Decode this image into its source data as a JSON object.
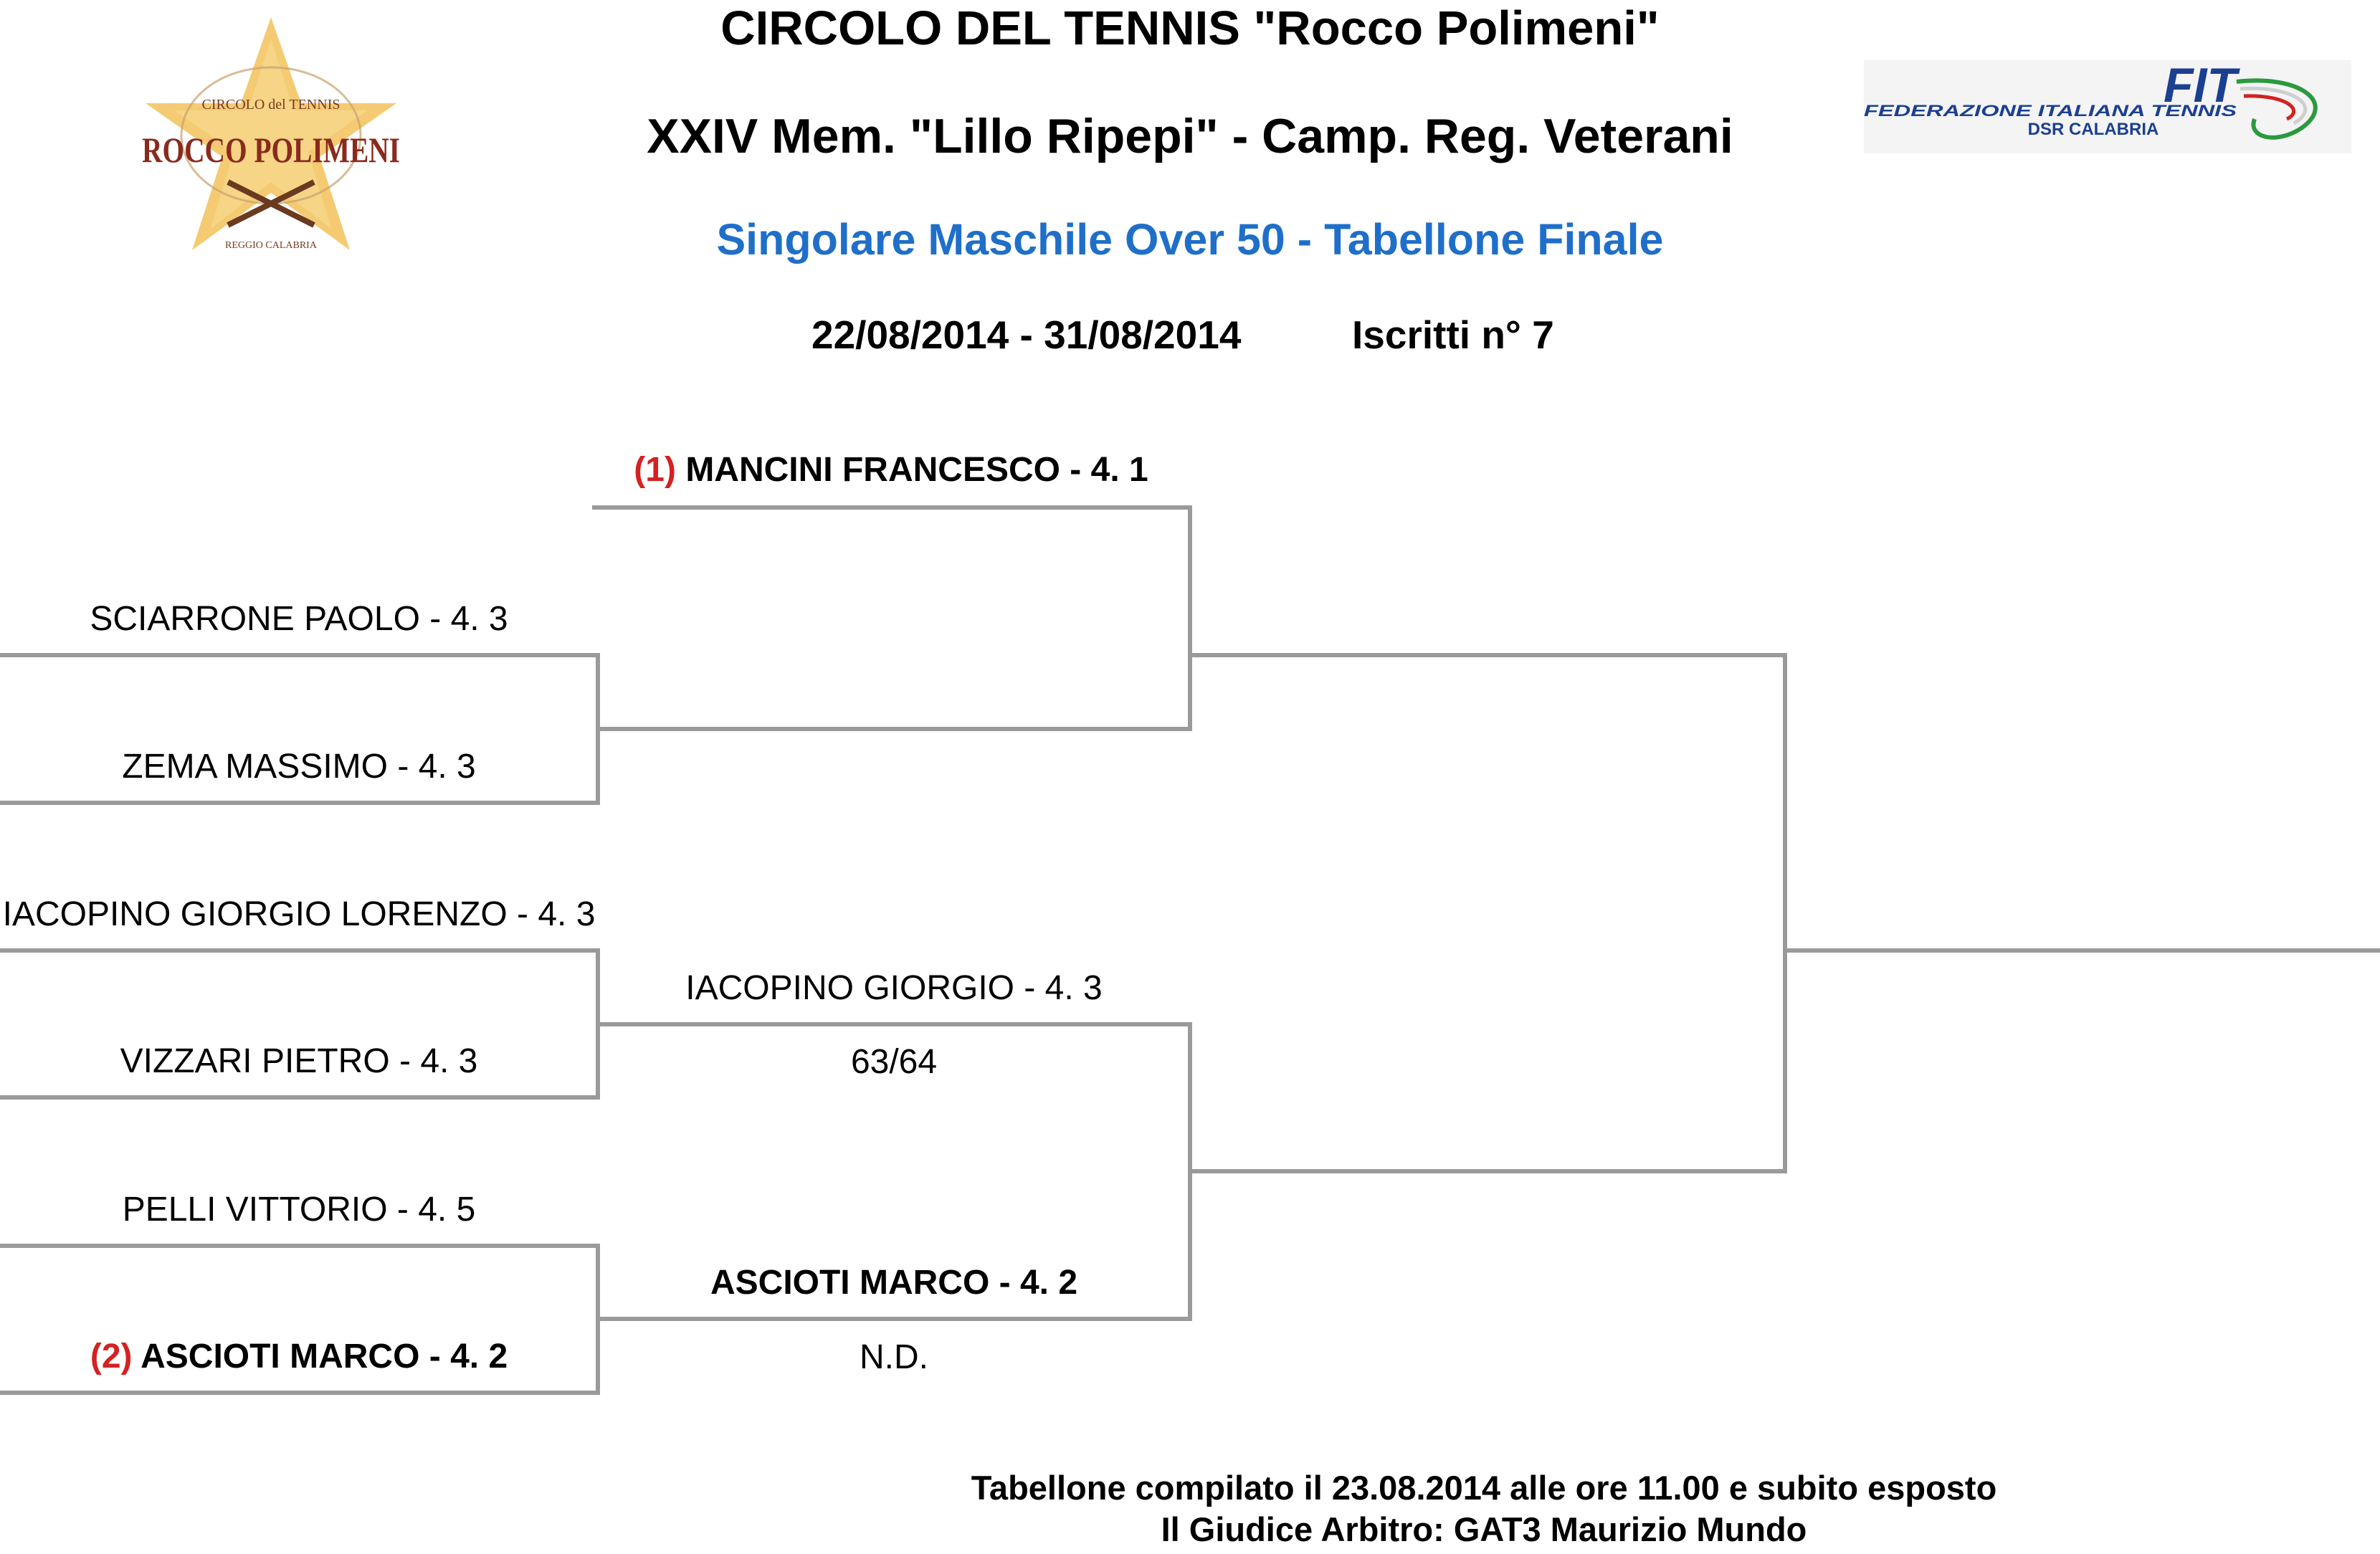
{
  "header": {
    "title": "CIRCOLO DEL TENNIS \"Rocco Polimeni\"",
    "subtitle": "XXIV Mem. \"Lillo Ripepi\"  - Camp. Reg. Veterani",
    "category": "Singolare Maschile Over 50 - Tabellone Finale",
    "dates": "22/08/2014 - 31/08/2014",
    "entries": "Iscritti n° 7"
  },
  "logos": {
    "left": {
      "top_text": "CIRCOLO del TENNIS",
      "main_text": "ROCCO POLIMENI",
      "bottom_text": "REGGIO CALABRIA",
      "star_color": "#f0b23a",
      "text_color": "#8a2a1e"
    },
    "right": {
      "brand": "FIT",
      "line1": "FEDERAZIONE ITALIANA TENNIS",
      "line2": "DSR CALABRIA",
      "brand_color": "#1b3f91"
    }
  },
  "round1": {
    "bye": {
      "seed": "(1)",
      "name": "MANCINI FRANCESCO - 4. 1"
    },
    "players": [
      {
        "seed": "",
        "name": "SCIARRONE PAOLO - 4. 3"
      },
      {
        "seed": "",
        "name": "ZEMA MASSIMO - 4. 3"
      },
      {
        "seed": "",
        "name": "IACOPINO GIORGIO LORENZO - 4. 3"
      },
      {
        "seed": "",
        "name": "VIZZARI PIETRO - 4. 3"
      },
      {
        "seed": "",
        "name": "PELLI VITTORIO - 4. 5"
      },
      {
        "seed": "(2)",
        "name": "ASCIOTI MARCO - 4. 2"
      }
    ]
  },
  "round2": {
    "winners": [
      {
        "name": "IACOPINO GIORGIO - 4. 3",
        "score": "63/64"
      },
      {
        "name": "ASCIOTI MARCO - 4. 2",
        "score": "N.D."
      }
    ]
  },
  "footer": {
    "line1": "Tabellone compilato il 23.08.2014 alle ore 11.00 e subito esposto",
    "line2": "Il Giudice Arbitro: GAT3 Maurizio Mundo"
  },
  "colors": {
    "bracket_line": "#9a9a9a",
    "seed": "#d42121",
    "category": "#1f6fc9"
  }
}
